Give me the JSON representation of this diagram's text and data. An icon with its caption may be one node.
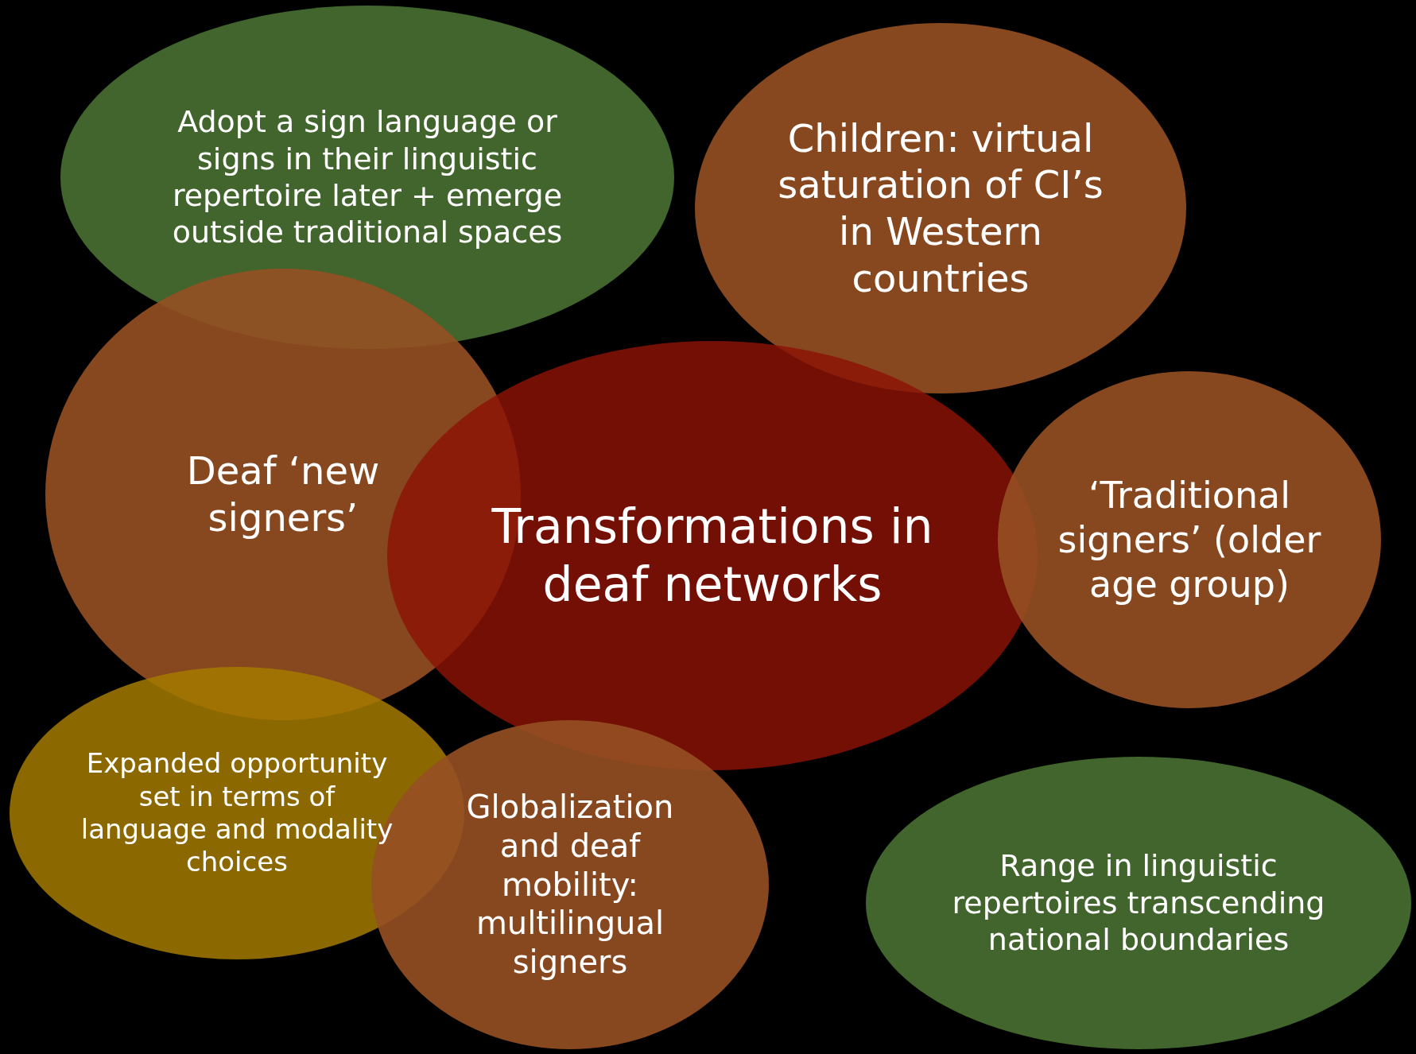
{
  "diagram": {
    "nodes": [
      {
        "text": [
          "Adopt a sign language or signs in their linguistic repertoire later + emerge outside traditional spaces"
        ]
      },
      {
        "text": [
          "Children: virtual saturation of CI’s in Western countries"
        ]
      },
      {
        "text": [
          "Deaf ‘new signers’"
        ]
      },
      {
        "text": [
          "Transformations in deaf networks"
        ]
      },
      {
        "text": [
          "‘Traditional signers’ (older age group)"
        ]
      },
      {
        "text": [
          "Expanded opportunity set in terms of language and modality choices"
        ]
      },
      {
        "text": [
          "Globalization and deaf mobility: multilingual signers"
        ]
      },
      {
        "text": [
          "Range in linguistic repertoires transcending national boundaries"
        ]
      }
    ],
    "edges": []
  }
}
